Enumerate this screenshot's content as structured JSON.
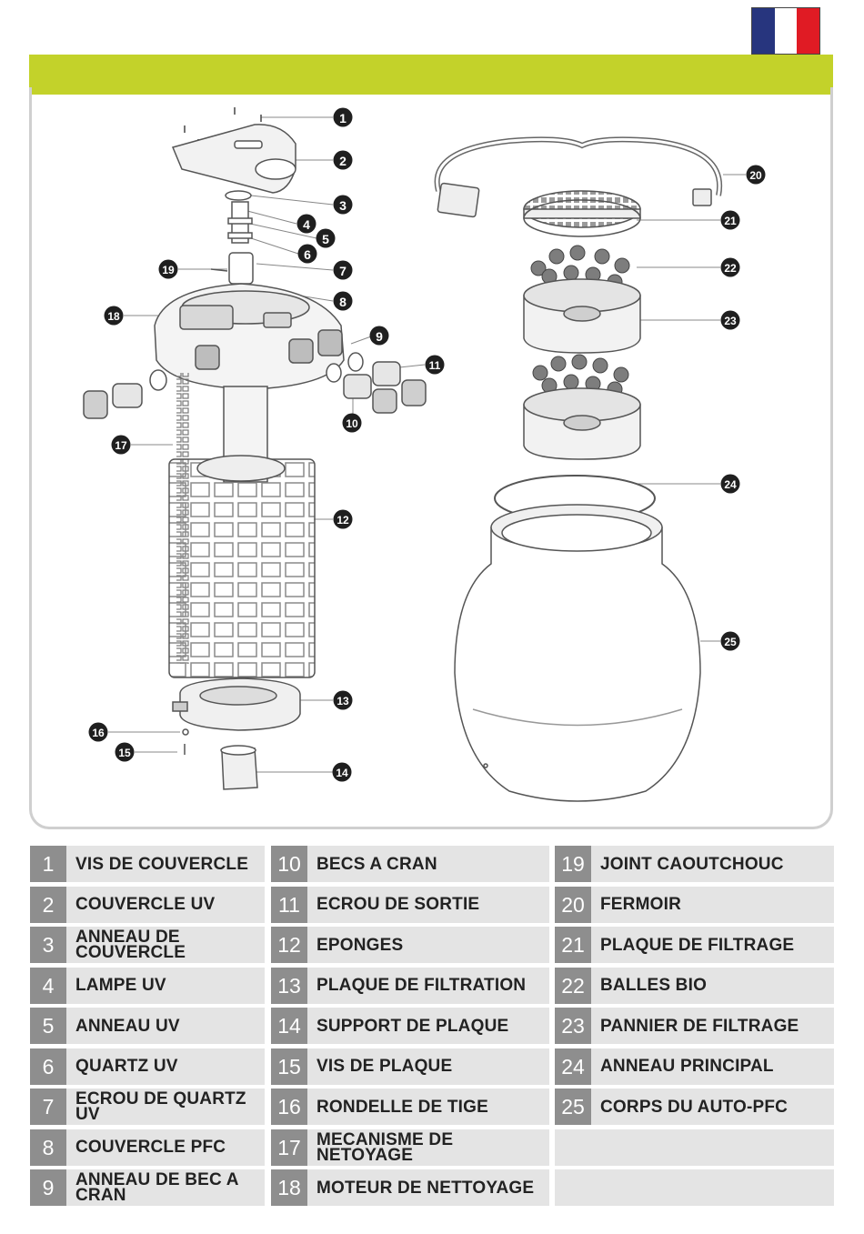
{
  "colors": {
    "header": "#c3d22a",
    "frame": "#cfcfcf",
    "legend_bg": "#e4e4e4",
    "legend_num_bg": "#8e8e8e",
    "callout_bg": "#1f1f1f",
    "flag": [
      "#27357e",
      "#ffffff",
      "#e01b24"
    ]
  },
  "callouts": [
    "1",
    "2",
    "3",
    "4",
    "5",
    "6",
    "7",
    "8",
    "9",
    "10",
    "11",
    "12",
    "13",
    "14",
    "15",
    "16",
    "17",
    "18",
    "19",
    "20",
    "21",
    "22",
    "23",
    "24",
    "25"
  ],
  "legend": [
    {
      "num": "1",
      "label": "VIS DE COUVERCLE"
    },
    {
      "num": "2",
      "label": "COUVERCLE UV"
    },
    {
      "num": "3",
      "label": "ANNEAU DE COUVERCLE"
    },
    {
      "num": "4",
      "label": "LAMPE UV"
    },
    {
      "num": "5",
      "label": "ANNEAU UV"
    },
    {
      "num": "6",
      "label": "QUARTZ UV"
    },
    {
      "num": "7",
      "label": "ECROU DE QUARTZ UV"
    },
    {
      "num": "8",
      "label": "COUVERCLE PFC"
    },
    {
      "num": "9",
      "label": "ANNEAU DE BEC A CRAN"
    },
    {
      "num": "10",
      "label": "BECS A CRAN"
    },
    {
      "num": "11",
      "label": "ECROU DE SORTIE"
    },
    {
      "num": "12",
      "label": "EPONGES"
    },
    {
      "num": "13",
      "label": "PLAQUE DE FILTRATION"
    },
    {
      "num": "14",
      "label": "SUPPORT DE PLAQUE"
    },
    {
      "num": "15",
      "label": "VIS DE PLAQUE"
    },
    {
      "num": "16",
      "label": "RONDELLE DE TIGE"
    },
    {
      "num": "17",
      "label": "MECANISME DE NETOYAGE"
    },
    {
      "num": "18",
      "label": "MOTEUR DE NETTOYAGE"
    },
    {
      "num": "19",
      "label": "JOINT CAOUTCHOUC"
    },
    {
      "num": "20",
      "label": "FERMOIR"
    },
    {
      "num": "21",
      "label": "PLAQUE DE FILTRAGE"
    },
    {
      "num": "22",
      "label": "BALLES BIO"
    },
    {
      "num": "23",
      "label": "PANNIER DE FILTRAGE"
    },
    {
      "num": "24",
      "label": "ANNEAU PRINCIPAL"
    },
    {
      "num": "25",
      "label": "CORPS DU AUTO-PFC"
    }
  ]
}
